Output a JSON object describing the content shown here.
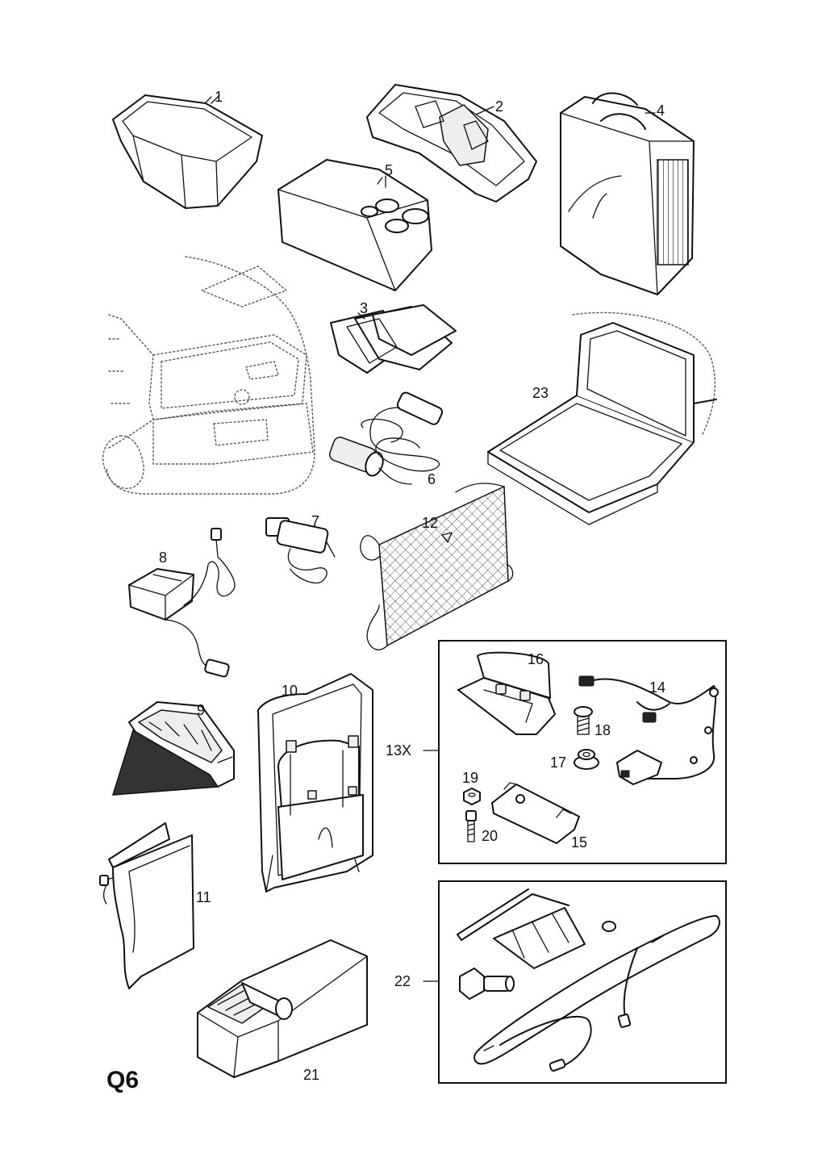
{
  "page_code": "Q6",
  "callouts": {
    "c1": "1",
    "c2": "2",
    "c3": "3",
    "c4": "4",
    "c5": "5",
    "c6": "6",
    "c7": "7",
    "c8": "8",
    "c9": "9",
    "c10": "10",
    "c11": "11",
    "c12": "12",
    "c13x": "13X",
    "c14": "14",
    "c15": "15",
    "c16": "16",
    "c17": "17",
    "c18": "18",
    "c19": "19",
    "c20": "20",
    "c21": "21",
    "c22": "22",
    "c23": "23"
  }
}
